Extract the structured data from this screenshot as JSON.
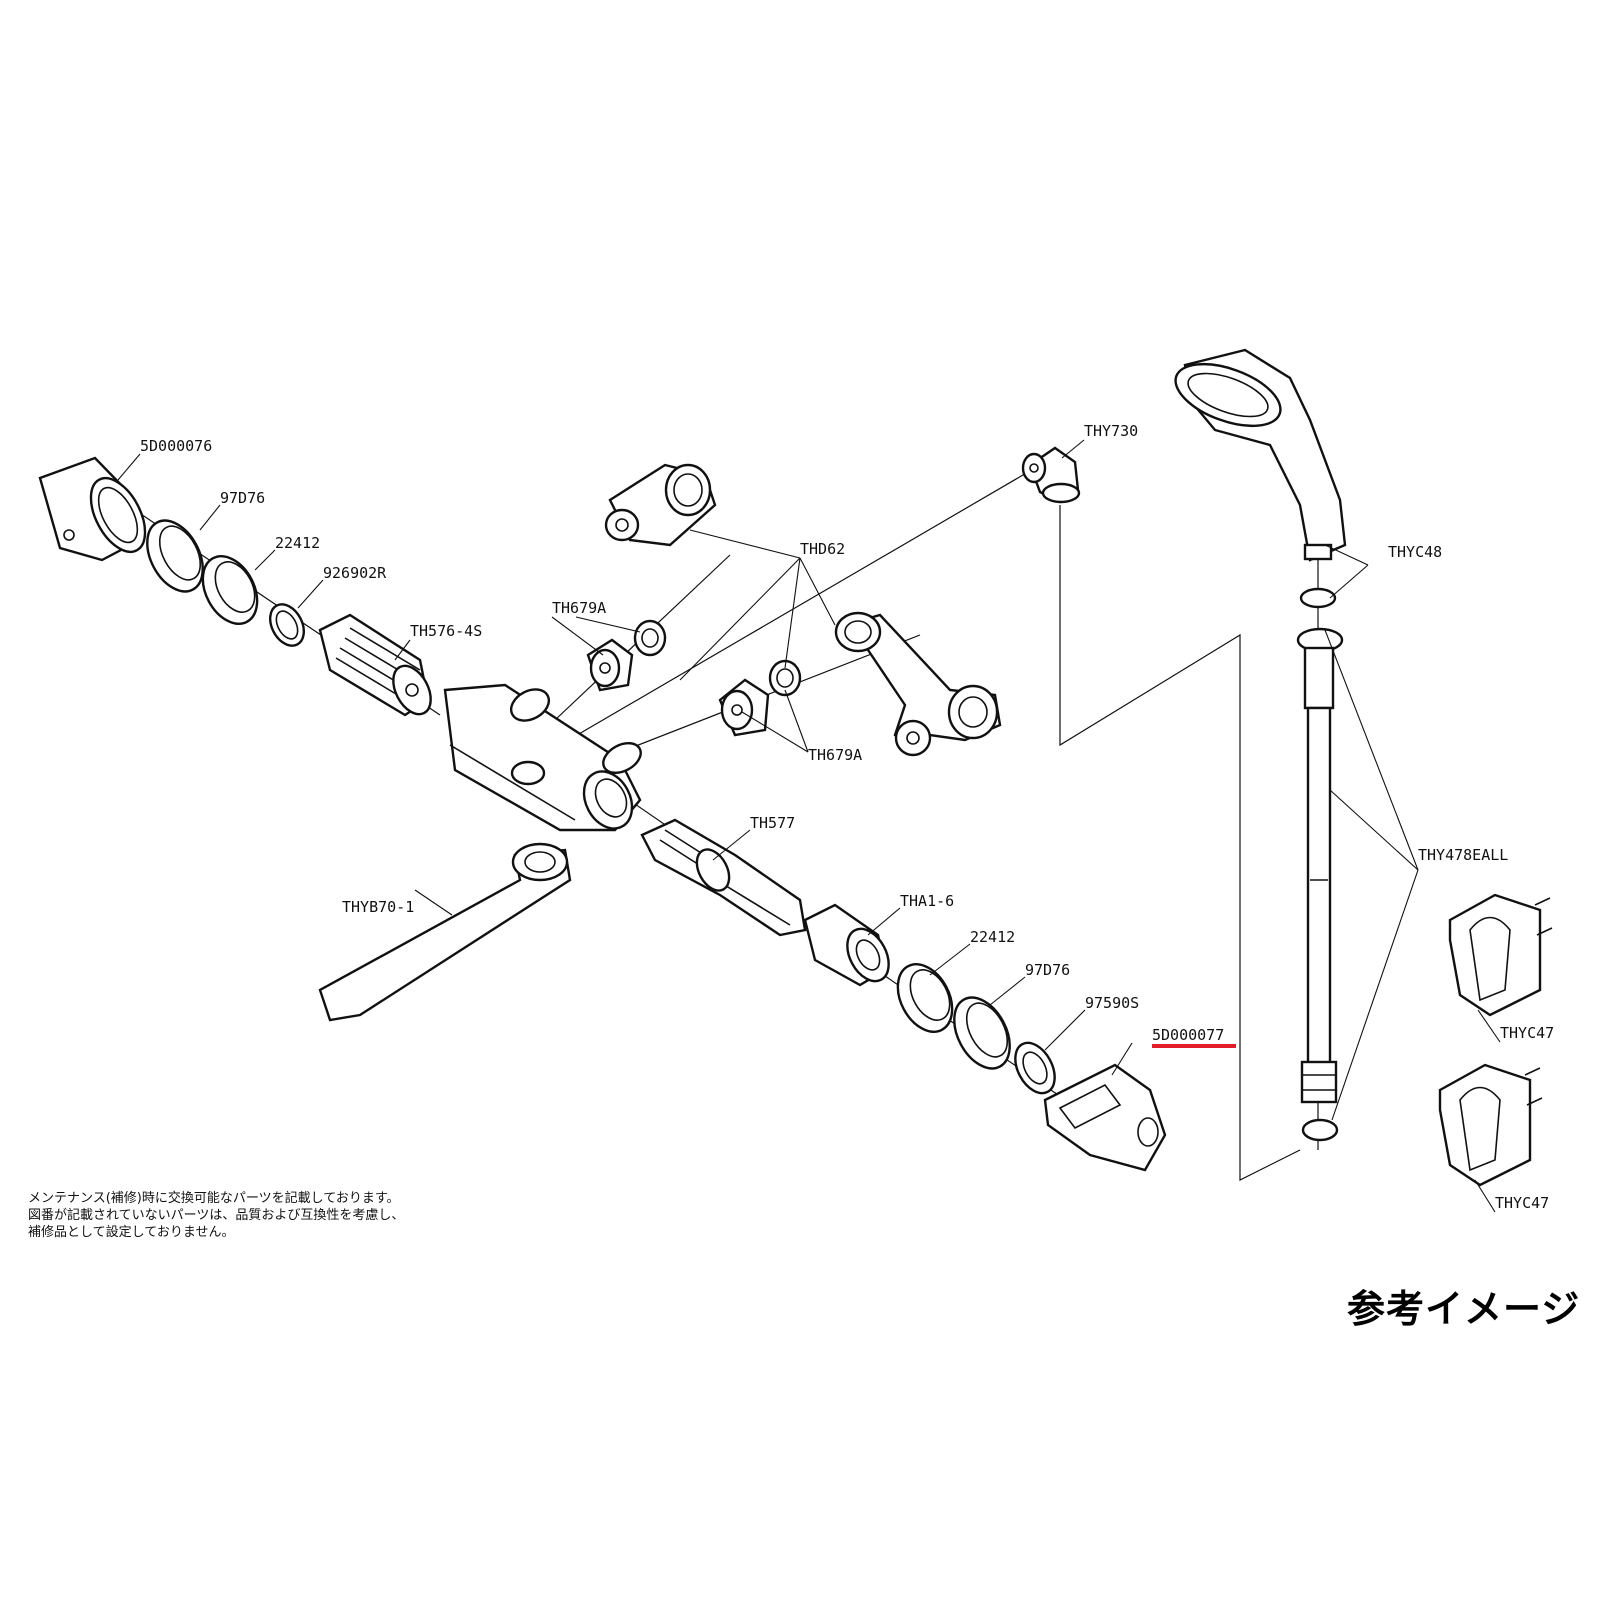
{
  "parts": [
    {
      "id": "p1",
      "label": "5D000076"
    },
    {
      "id": "p2",
      "label": "97D76"
    },
    {
      "id": "p3",
      "label": "22412"
    },
    {
      "id": "p4",
      "label": "926902R"
    },
    {
      "id": "p5",
      "label": "TH576-4S"
    },
    {
      "id": "p6",
      "label": "TH679A"
    },
    {
      "id": "p7",
      "label": "THD62"
    },
    {
      "id": "p8",
      "label": "THY730"
    },
    {
      "id": "p9",
      "label": "TH679A"
    },
    {
      "id": "p10",
      "label": "TH577"
    },
    {
      "id": "p11",
      "label": "THYB70-1"
    },
    {
      "id": "p12",
      "label": "THA1-6"
    },
    {
      "id": "p13",
      "label": "22412"
    },
    {
      "id": "p14",
      "label": "97D76"
    },
    {
      "id": "p15",
      "label": "97590S"
    },
    {
      "id": "p16",
      "label": "5D000077",
      "highlighted": true,
      "highlight_color": "#e11d2a"
    },
    {
      "id": "p17",
      "label": "THYC48"
    },
    {
      "id": "p18",
      "label": "THY478EALL"
    },
    {
      "id": "p19",
      "label": "THYC47"
    },
    {
      "id": "p20",
      "label": "THYC47"
    }
  ],
  "note_lines": [
    "メンテナンス(補修)時に交換可能なパーツを記載しております。",
    "図番が記載されていないパーツは、品質および互換性を考慮し、",
    "補修品として設定しておりません。"
  ],
  "reference_label": "参考イメージ"
}
